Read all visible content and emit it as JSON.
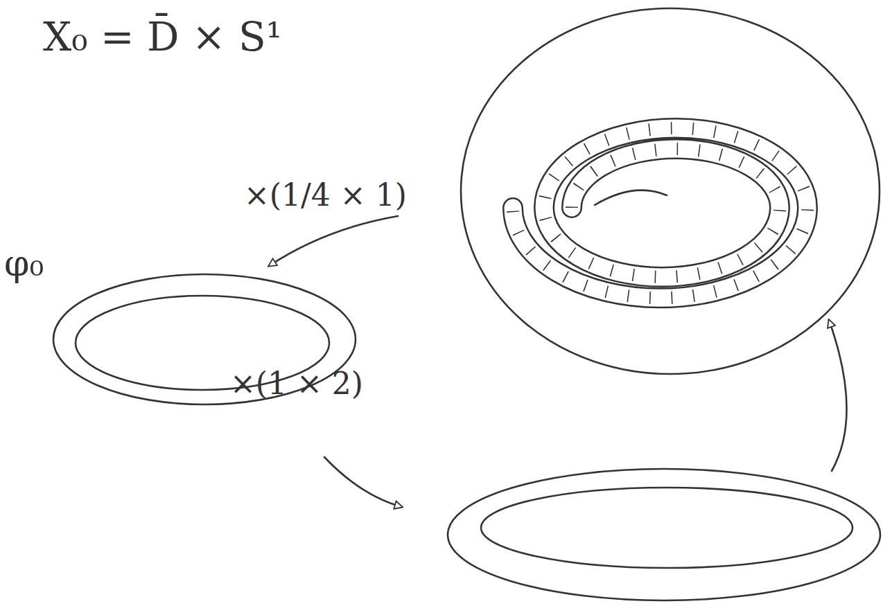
{
  "diagram": {
    "labels": [
      "X₀ = D̄ × S¹",
      "φ₀",
      "×(1/4 × 1)",
      "×(1 × 2)"
    ]
  }
}
